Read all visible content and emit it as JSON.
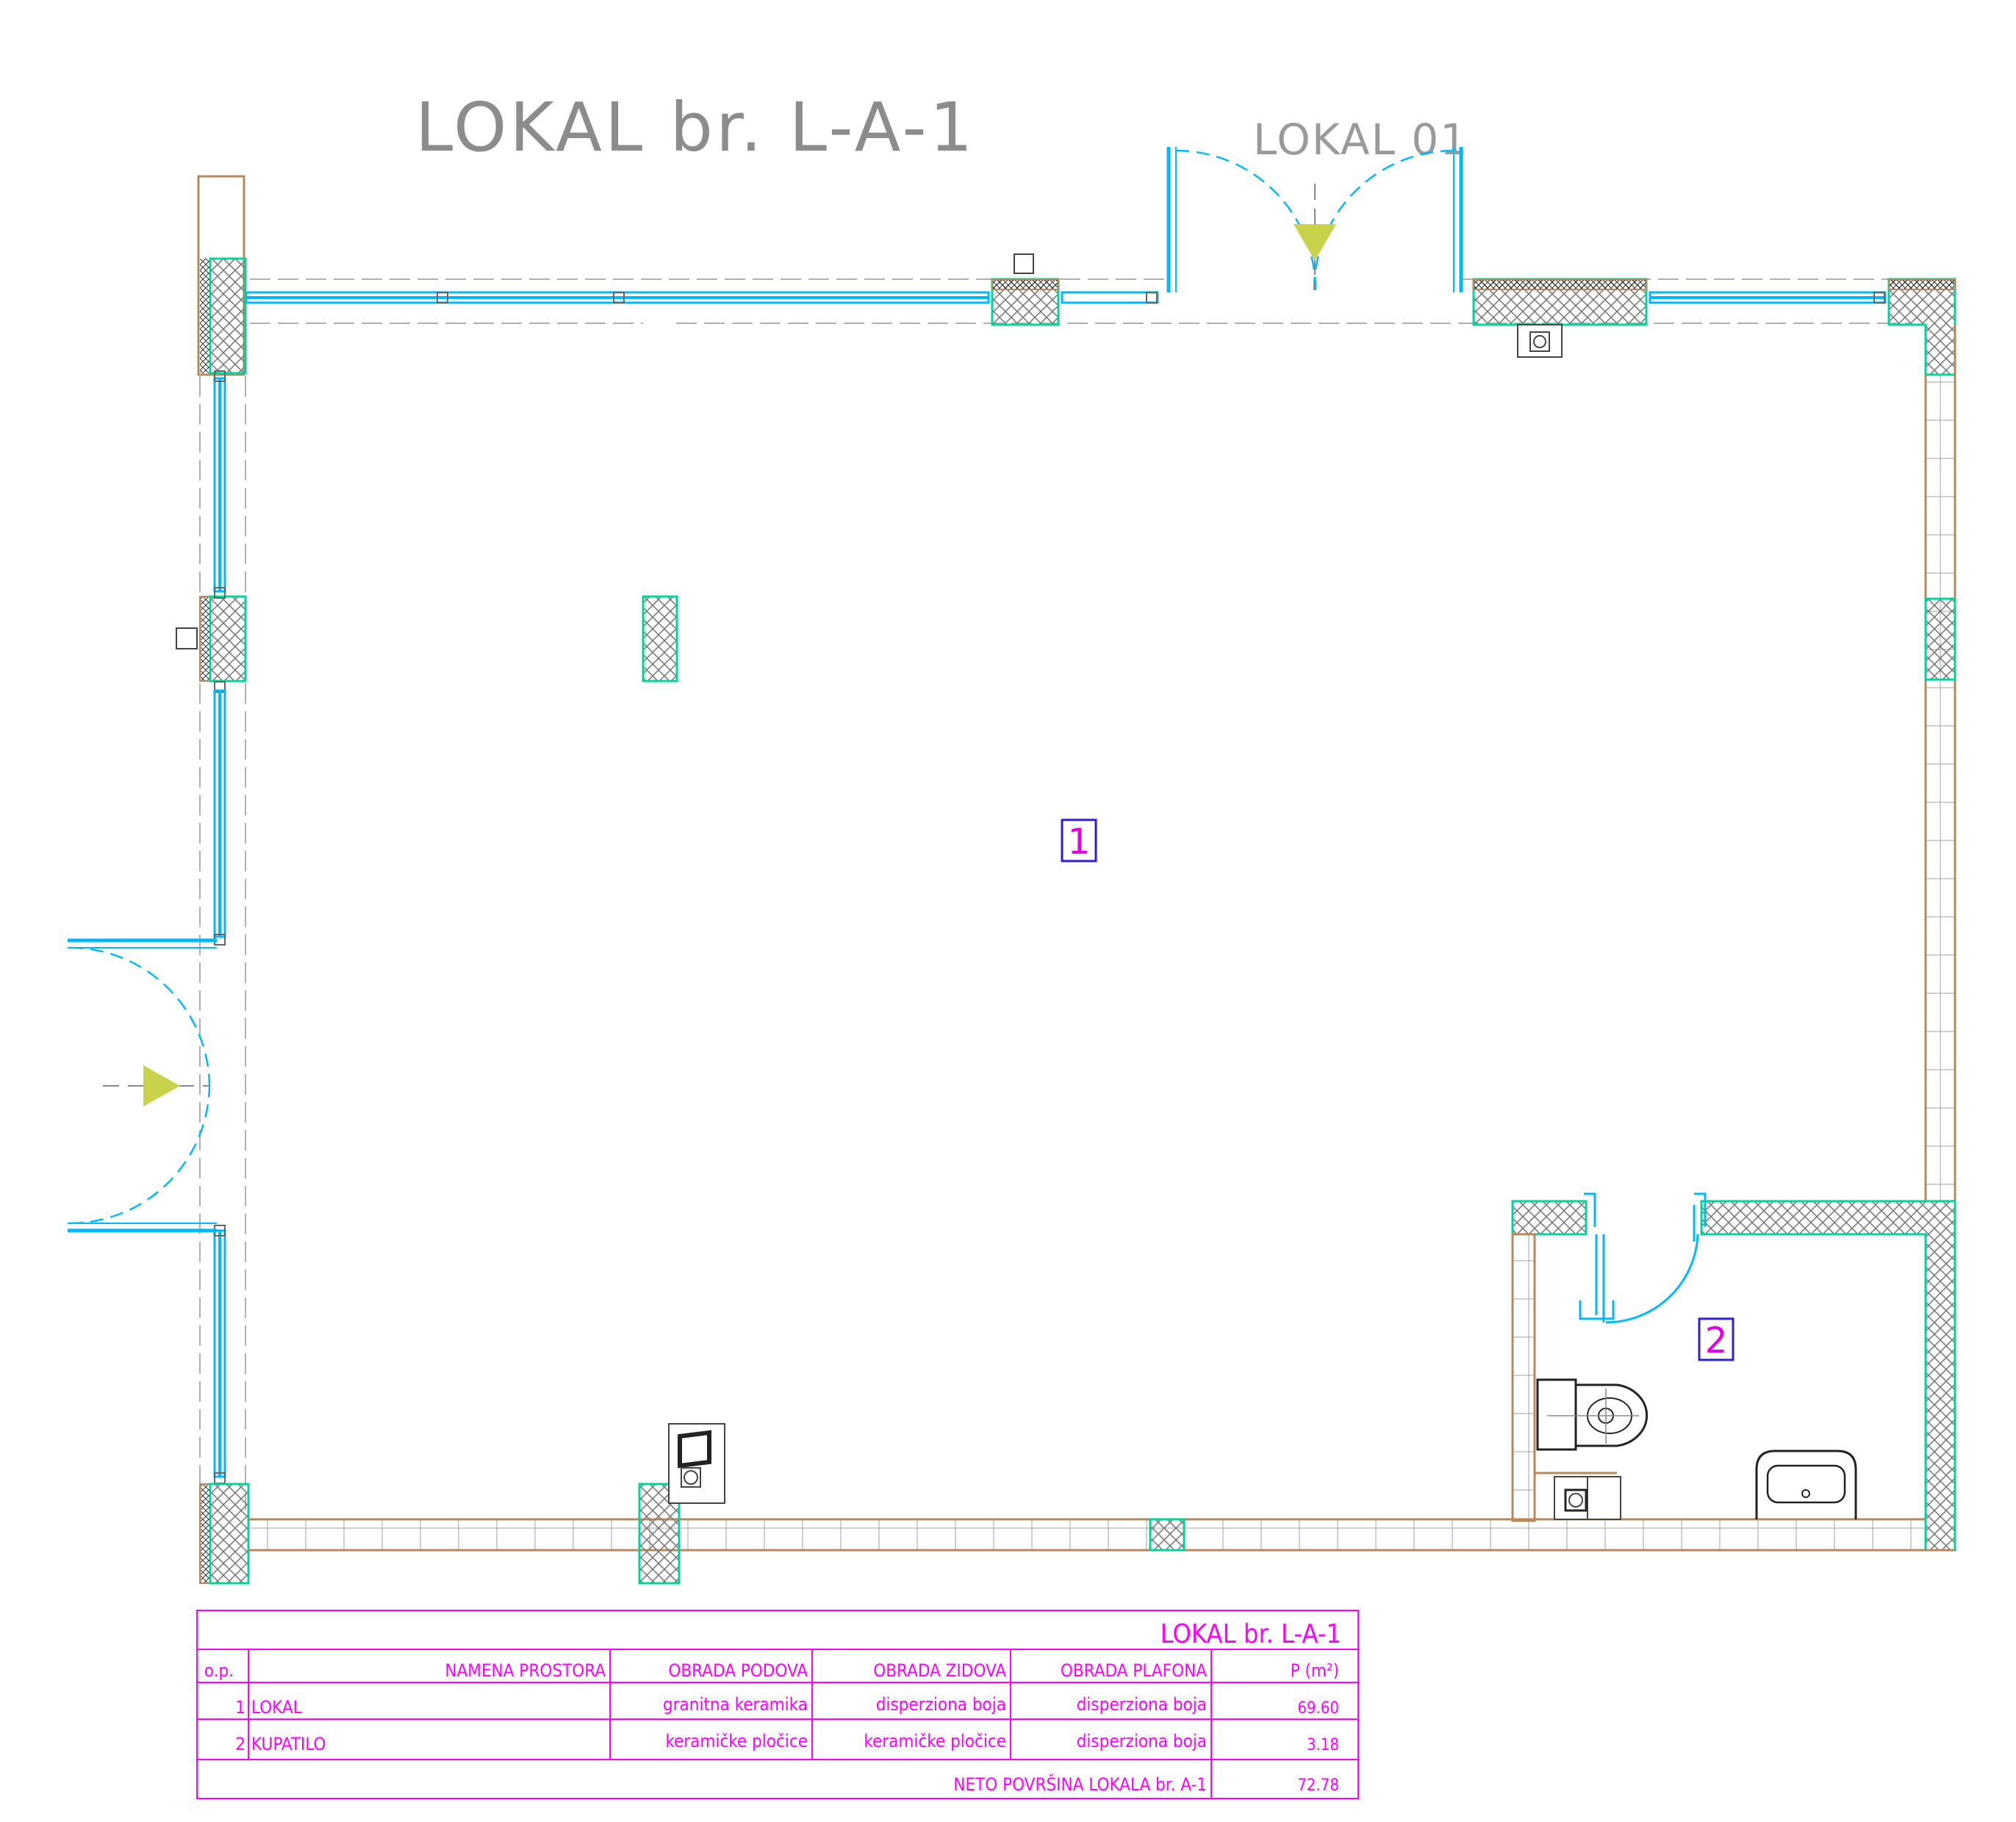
{
  "drawing_title": "LOKAL br. L-A-1",
  "adjacent_label": "LOKAL 01",
  "room_tags": [
    "1",
    "2"
  ],
  "colors": {
    "wall_outline": "#00d49b",
    "glazing": "#00b8ff",
    "masonry": "#b8875a",
    "title_gray": "#8c8c8c",
    "table_magenta": "#ff00ff",
    "tag_blue": "#2d1fd6",
    "tag_magenta": "#e000e0",
    "door_swing": "#00c8ff",
    "arrow_fill": "#c8d24a"
  },
  "table": {
    "title": "LOKAL br. L-A-1",
    "headers": {
      "op": "o.p.",
      "namena": "NAMENA PROSTORA",
      "podova": "OBRADA PODOVA",
      "zidova": "OBRADA ZIDOVA",
      "plafona": "OBRADA PLAFONA",
      "p": "P (m²)"
    },
    "rows": [
      {
        "op": "1",
        "namena": "LOKAL",
        "podova": "granitna keramika",
        "zidova": "disperziona boja",
        "plafona": "disperziona boja",
        "p": "69.60"
      },
      {
        "op": "2",
        "namena": "KUPATILO",
        "podova": "keramičke pločice",
        "zidova": "keramičke pločice",
        "plafona": "disperziona boja",
        "p": "3.18"
      }
    ],
    "total_label": "NETO POVRŠINA LOKALA br. A-1",
    "total_value": "72.78"
  }
}
